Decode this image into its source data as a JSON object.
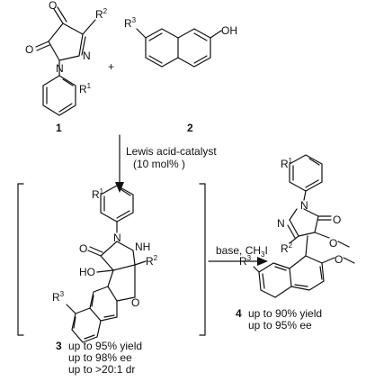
{
  "compound1": {
    "number": "1",
    "atom_R1": "R¹",
    "atom_R2": "R²",
    "atom_O_top": "O",
    "atom_O_left": "O",
    "atom_N_ring": "N",
    "atom_N_aryl": "N"
  },
  "plus_sign": "+",
  "compound2": {
    "number": "2",
    "atom_R3": "R³",
    "atom_OH": "OH"
  },
  "arrow_down": {
    "line1": "Lewis acid-catalyst",
    "line2": "(10 mol% )"
  },
  "compound3": {
    "number": "3",
    "atom_R1": "R¹",
    "atom_R2": "R²",
    "atom_R3": "R³",
    "atom_N": "N",
    "atom_NH": "NH",
    "atom_O_carbonyl": "O",
    "atom_HO": "HO",
    "atom_O_ring": "O",
    "results": [
      "up to 95% yield",
      "up to 98% ee",
      "up to >20:1 dr"
    ]
  },
  "arrow_right": {
    "label": "base, CH₃I"
  },
  "compound4": {
    "number": "4",
    "atom_R1": "R¹",
    "atom_R2": "R²",
    "atom_R3": "R³",
    "atom_N1": "N",
    "atom_N2": "N",
    "atom_O_carbonyl": "O",
    "atom_O_methoxy1": "O",
    "atom_O_methoxy2": "O",
    "results": [
      "up to 90% yield",
      "up to 95% ee"
    ]
  }
}
